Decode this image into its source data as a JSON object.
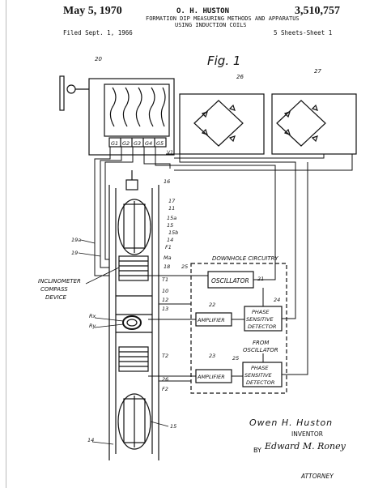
{
  "header": {
    "date": "May 5, 1970",
    "inventor_short": "O. H. HUSTON",
    "patent_number": "3,510,757",
    "title_line1": "FORMATION DIP MEASURING METHODS AND APPARATUS",
    "title_line2": "USING INDUCTION COILS",
    "filed": "Filed Sept. 1, 1966",
    "sheets": "5 Sheets-Sheet 1"
  },
  "figure": {
    "fig_label": "Fig. 1",
    "block_labels": {
      "oscillator": "OSCILLATOR",
      "amplifier_1": "AMPLIFIER",
      "amplifier_2": "AMPLIFIER",
      "psd1_line1": "PHASE",
      "psd1_line2": "SENSITIVE",
      "psd1_line3": "DETECTOR",
      "psd2_line1": "PHASE",
      "psd2_line2": "SENSITIVE",
      "psd2_line3": "DETECTOR",
      "downhole": "DOWNHOLE CIRCUITRY",
      "from_osc_1": "FROM",
      "from_osc_2": "OSCILLATOR",
      "inclinometer": "INCLINOMETER",
      "compass": "COMPASS",
      "device": "DEVICE"
    },
    "galvo_labels": [
      "G1",
      "G2",
      "G3",
      "G4",
      "G5"
    ],
    "ref_numerals": {
      "n20": "20",
      "n26": "26",
      "n27": "27",
      "n16": "16",
      "n17": "17",
      "n11": "11",
      "n15a": "15a",
      "n15": "15",
      "n15b": "15b",
      "n14": "14",
      "nF1": "F1",
      "nMa": "Ma",
      "n18": "18",
      "n25": "25",
      "nT1": "T1",
      "n21": "21",
      "n10": "10",
      "n12": "12",
      "n13": "13",
      "n22": "22",
      "n24": "24",
      "nRx": "Rx",
      "nRy": "Ry",
      "n23": "23",
      "n25b": "25",
      "nT2": "T2",
      "n26b": "26",
      "nF2": "F2",
      "n15c": "15",
      "n14b": "14",
      "n19a": "19a",
      "n19": "19",
      "nV1": "V1"
    }
  },
  "signature": {
    "inventor": "Owen H. Huston",
    "inventor_role": "INVENTOR",
    "by": "BY",
    "attorney_sig": "Edward M. Roney",
    "attorney_role": "ATTORNEY"
  }
}
